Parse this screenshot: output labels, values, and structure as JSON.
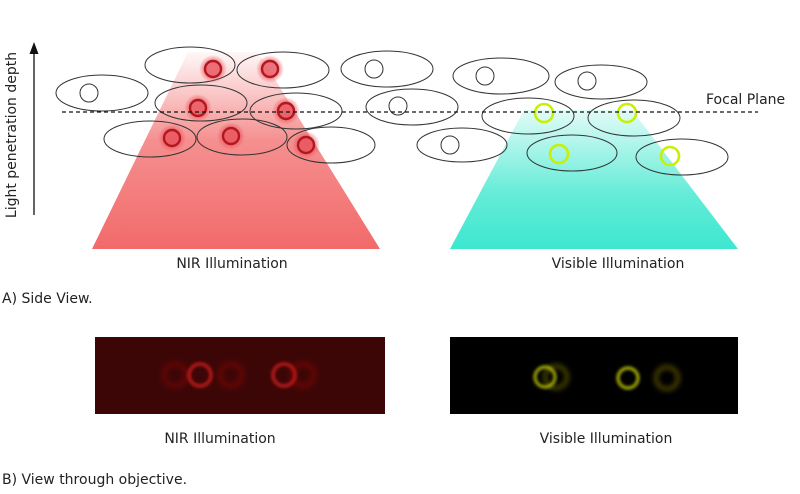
{
  "side_view": {
    "axis_label": "Light penetration depth",
    "focal_plane_label": "Focal Plane",
    "nir_label": "NIR Illumination",
    "visible_label": "Visible Illumination",
    "caption": "A)  Side View."
  },
  "objective_view": {
    "nir_label": "NIR Illumination",
    "visible_label": "Visible Illumination",
    "caption": "B) View through objective."
  },
  "colors": {
    "nir_beam": "#f26a6a",
    "visible_beam": "#3ee7cf",
    "nir_marker": "#b3181e",
    "visible_marker": "#c8f000",
    "nir_panel": "#3d0606",
    "visible_panel": "#000000"
  }
}
